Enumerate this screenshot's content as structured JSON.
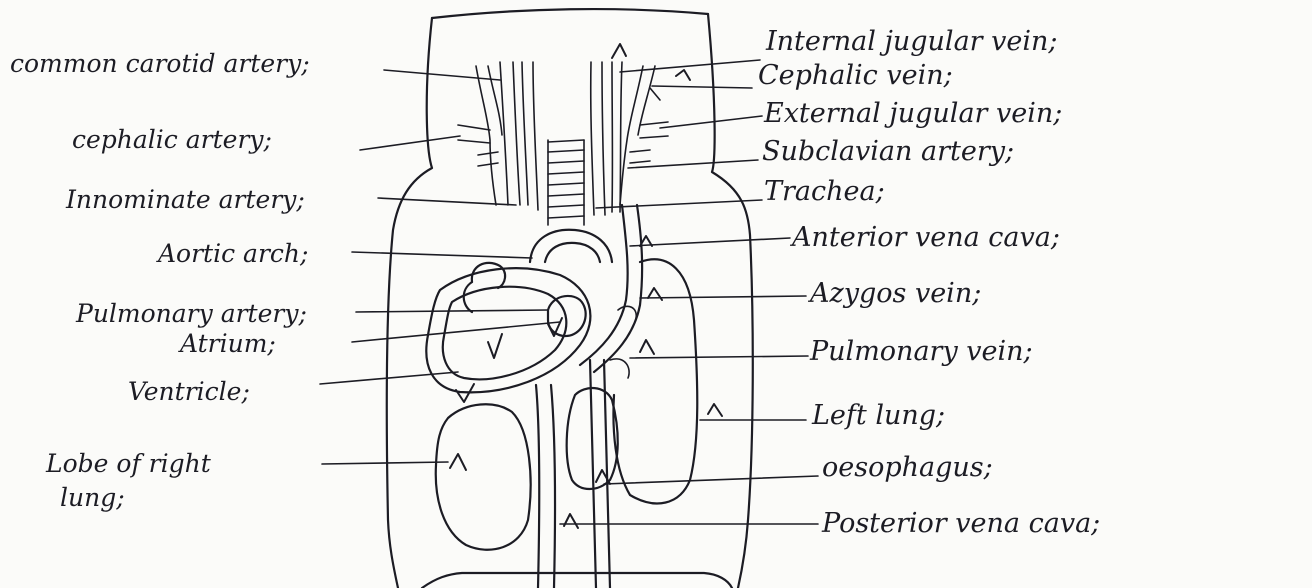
{
  "diagram": {
    "left_labels": [
      {
        "id": "common-carotid-artery",
        "text": "common carotid artery;"
      },
      {
        "id": "cephalic-artery",
        "text": "cephalic artery;"
      },
      {
        "id": "innominate-artery",
        "text": "Innominate artery;"
      },
      {
        "id": "aortic-arch",
        "text": "Aortic arch;"
      },
      {
        "id": "pulmonary-artery",
        "text": "Pulmonary artery;"
      },
      {
        "id": "atrium",
        "text": "Atrium;"
      },
      {
        "id": "ventricle",
        "text": "Ventricle;"
      },
      {
        "id": "lobe-of-right-lung-line1",
        "text": "Lobe of right"
      },
      {
        "id": "lobe-of-right-lung-line2",
        "text": "lung;"
      }
    ],
    "right_labels": [
      {
        "id": "internal-jugular-vein",
        "text": "Internal jugular vein;"
      },
      {
        "id": "cephalic-vein",
        "text": "Cephalic vein;"
      },
      {
        "id": "external-jugular-vein",
        "text": "External jugular vein;"
      },
      {
        "id": "subclavian-artery",
        "text": "Subclavian artery;"
      },
      {
        "id": "trachea",
        "text": "Trachea;"
      },
      {
        "id": "anterior-vena-cava",
        "text": "Anterior vena cava;"
      },
      {
        "id": "azygos-vein",
        "text": "Azygos vein;"
      },
      {
        "id": "pulmonary-vein",
        "text": "Pulmonary vein;"
      },
      {
        "id": "left-lung",
        "text": "Left lung;"
      },
      {
        "id": "oesophagus",
        "text": "oesophagus;"
      },
      {
        "id": "posterior-vena-cava",
        "text": "Posterior vena cava;"
      }
    ]
  }
}
